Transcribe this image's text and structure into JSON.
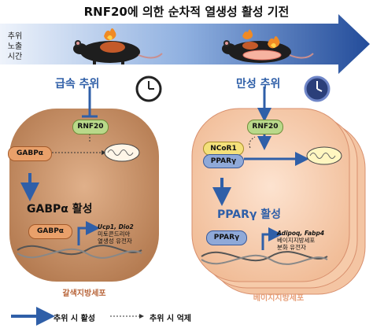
{
  "title": "RNF20에 의한 순차적 열생성 활성 기전",
  "time_axis": {
    "line1": "추위",
    "line2": "노출",
    "line3": "시간"
  },
  "conditions": {
    "acute": "급속 추위",
    "chronic": "만성 추위"
  },
  "left_cell": {
    "rnf20": "RNF20",
    "gabpa_top": "GABPα",
    "activation": "GABPα 활성",
    "gabpa_bottom": "GABPα",
    "genes": "Ucp1, Dio2",
    "desc_line1": "미토콘드리아",
    "desc_line2": "열생성 유전자",
    "label": "갈색지방세포"
  },
  "right_cell": {
    "rnf20": "RNF20",
    "ncor1": "NCoR1",
    "ppar_top": "PPARγ",
    "activation": "PPARγ 활성",
    "ppar_bottom": "PPARγ",
    "genes": "Adipoq, Fabp4",
    "desc_line1": "베이지지방세포",
    "desc_line2": "분화 유전자",
    "label": "베이지지방세포"
  },
  "legend": {
    "activation": "추위 시 활성",
    "suppression": "추위 시 억제"
  },
  "colors": {
    "arrow_blue": "#2f5fa8",
    "brown_cell": "#c9956e",
    "beige_cell": "#f4c9a8",
    "node_green": "#b9d98a",
    "node_blue": "#8fa9d8",
    "node_yellow": "#f4e07a",
    "node_orange": "#e9a06a",
    "label_brown": "#b8653a",
    "label_beige": "#e7a07a"
  }
}
